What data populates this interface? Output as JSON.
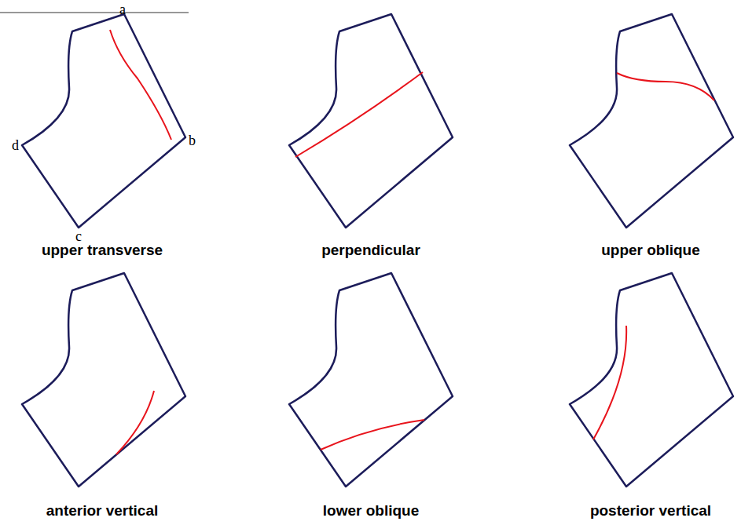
{
  "diagram": {
    "labels": [
      "a",
      "b",
      "c",
      "d",
      "upper transverse",
      "perpendicular",
      "upper oblique",
      "anterior vertical",
      "lower oblique",
      "posterior vertical"
    ]
  }
}
